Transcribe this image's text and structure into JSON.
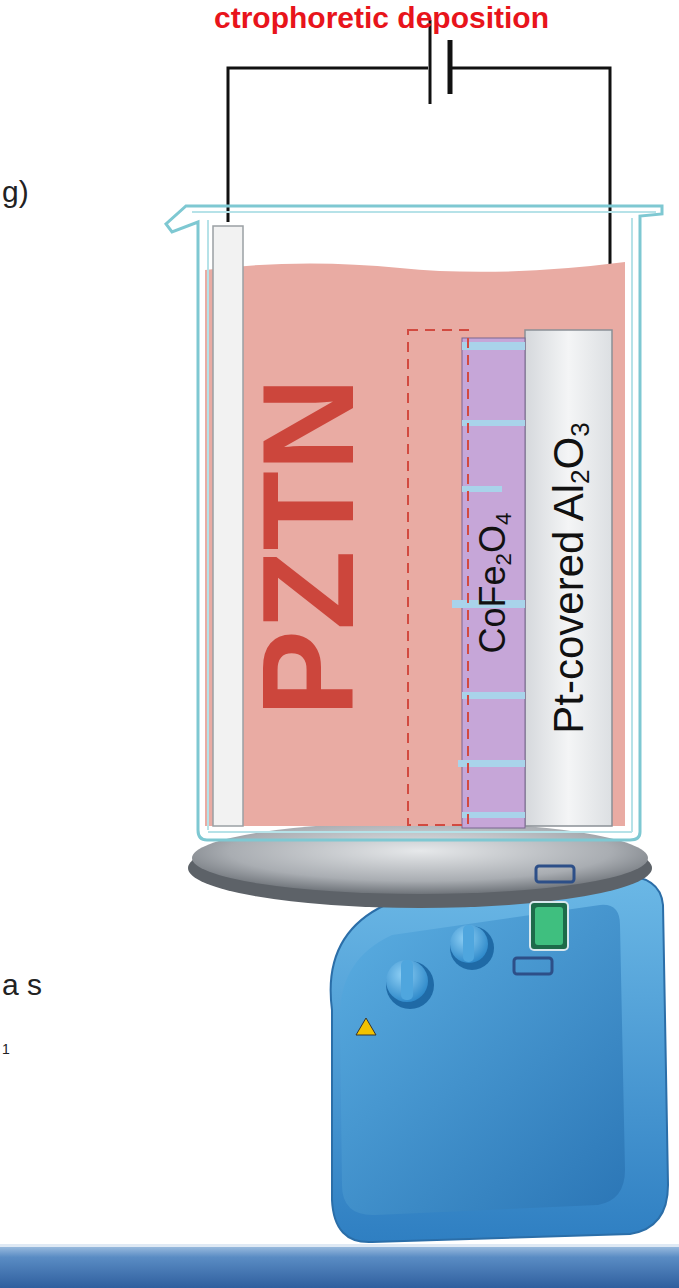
{
  "diagram": {
    "title": "ctrophoretic deposition",
    "nodes": [
      {
        "text": [
          "PZTN"
        ]
      },
      {
        "text": [
          "CoFe2O4"
        ]
      },
      {
        "text": [
          "Pt-covered Al2O3"
        ]
      }
    ],
    "labels": [
      "g)",
      "a s",
      "1"
    ]
  }
}
